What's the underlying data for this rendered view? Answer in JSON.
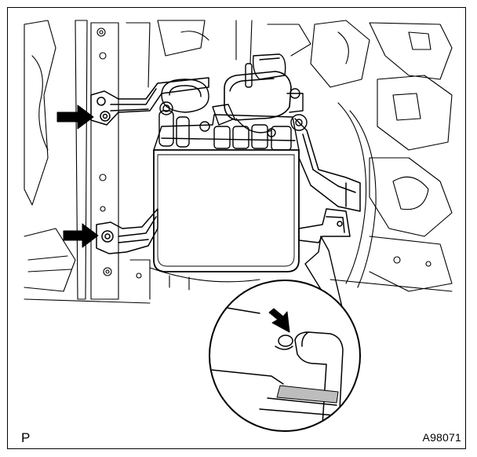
{
  "figure": {
    "corner_letter": "P",
    "figure_code": "A98071"
  },
  "colors": {
    "ink": "#000000",
    "paper": "#ffffff",
    "shade": "#bdbdbd"
  },
  "icons": {
    "pointer_arrow": "solid-black-arrow",
    "zoom_callout": "circle-magnifier"
  }
}
